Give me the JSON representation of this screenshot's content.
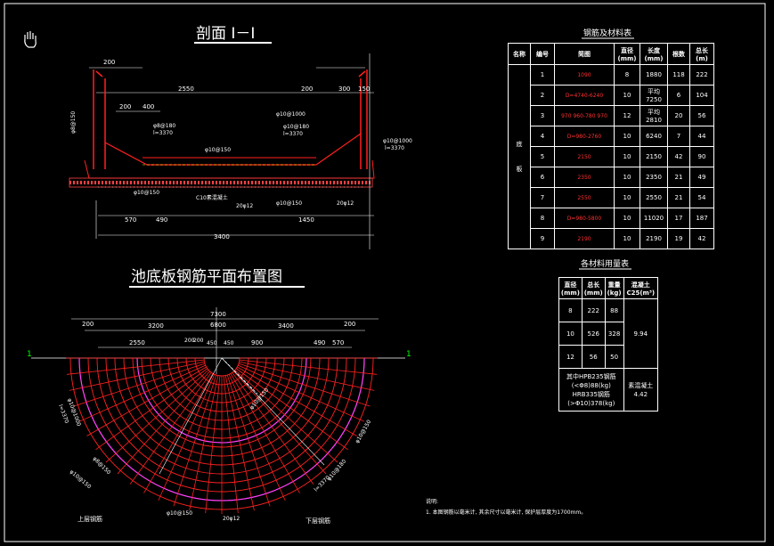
{
  "titles": {
    "section": "剖面 I－I",
    "plan": "池底板钢筋平面布置图",
    "rebar_table": "钢筋及材料表",
    "material_table": "各材料用量表"
  },
  "section_dims": {
    "top": [
      "200",
      "2550",
      "200",
      "300",
      "150"
    ],
    "inner": [
      "200",
      "400"
    ],
    "bottom": [
      "570",
      "490",
      "1450"
    ],
    "total": "3400"
  },
  "section_labels": {
    "left_bars": "φ8@150",
    "label_1": "φ8@180",
    "label_1b": "l=3370",
    "label_2": "φ10@1000",
    "label_3": "φ10@180",
    "label_3b": "l=3370",
    "label_4": "φ10@150",
    "label_5": "φ10@150",
    "label_6": "C10素混凝土",
    "label_7": "20φ12",
    "label_8": "φ10@150",
    "label_9": "20φ12",
    "label_10": "φ10@1000",
    "label_10b": "l=3370"
  },
  "plan_dims": {
    "overall": "7300",
    "half": "6800",
    "row2": [
      "200",
      "3200",
      "3400",
      "200"
    ],
    "row3": [
      "2550",
      "200",
      "200",
      "450",
      "450",
      "900",
      "490",
      "570"
    ]
  },
  "plan_labels": {
    "axis_left": "1",
    "axis_right": "1",
    "upper": "上层钢筋",
    "lower": "下层钢筋",
    "l1": "φ10@1000",
    "l1b": "l=3370",
    "l2": "φ8@150",
    "l3": "φ10@150",
    "l4": "20φ12",
    "l5": "φ10@150",
    "l6": "φ10@150",
    "l7": "l=3370",
    "l8": "φ10@180",
    "l9": "φ10@150"
  },
  "note": {
    "label": "说明:",
    "text": "1. 本图钢筋以毫米计, 其余尺寸以毫米计, 保护层厚度为1700mm。"
  },
  "rebar_table": {
    "headers": [
      "名称",
      "编号",
      "简图",
      "直径(mm)",
      "长度(mm)",
      "根数",
      "总长(m)"
    ],
    "group_labels": [
      "底",
      "板"
    ],
    "rows": [
      {
        "no": "1",
        "sketch": "1090",
        "d": "8",
        "len": "1880",
        "n": "118",
        "total": "222"
      },
      {
        "no": "2",
        "sketch": "D=4740-6240",
        "d": "10",
        "len": "平均7250",
        "n": "6",
        "total": "104"
      },
      {
        "no": "3",
        "sketch": "970 960-780 970",
        "d": "12",
        "len": "平均2810",
        "n": "20",
        "total": "56"
      },
      {
        "no": "4",
        "sketch": "D=980-2760",
        "d": "10",
        "len": "6240",
        "n": "7",
        "total": "44"
      },
      {
        "no": "5",
        "sketch": "2150",
        "d": "10",
        "len": "2150",
        "n": "42",
        "total": "90"
      },
      {
        "no": "6",
        "sketch": "2350",
        "d": "10",
        "len": "2350",
        "n": "21",
        "total": "49"
      },
      {
        "no": "7",
        "sketch": "2550",
        "d": "10",
        "len": "2550",
        "n": "21",
        "total": "54"
      },
      {
        "no": "8",
        "sketch": "D=980-5800",
        "d": "10",
        "len": "11020",
        "n": "17",
        "total": "187"
      },
      {
        "no": "9",
        "sketch": "2190",
        "d": "10",
        "len": "2190",
        "n": "19",
        "total": "42"
      }
    ]
  },
  "material_table": {
    "headers": [
      "直径(mm)",
      "总长(mm)",
      "重量(kg)",
      "混凝土C25(m³)"
    ],
    "rows": [
      {
        "d": "8",
        "len": "222",
        "w": "88"
      },
      {
        "d": "10",
        "len": "526",
        "w": "328"
      },
      {
        "d": "12",
        "len": "56",
        "w": "50"
      }
    ],
    "concrete": "9.94",
    "summary_1": "其中HPB235钢筋",
    "summary_2": "(<Φ8)88(kg)",
    "summary_3": "HRB335钢筋",
    "summary_4": "(>Φ10)378(kg)",
    "plain_label": "素混凝土",
    "plain_val": "4.42"
  }
}
